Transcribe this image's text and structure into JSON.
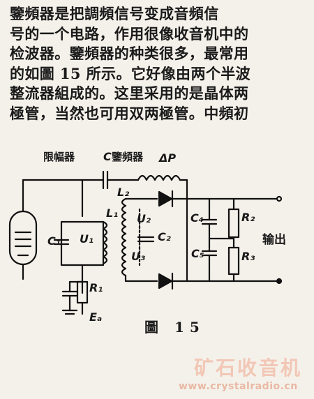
{
  "text": {
    "lines": [
      "鑒頻器是把調頻信号变成音頻信",
      "号的一个电路，作用很像收音机中的",
      "检波器。鑒頻器的种类很多，最常用",
      "的如圖 15 所示。它好像由两个半波",
      "整流器組成的。这里采用的是晶体两",
      "極管，当然也可用双两極管。中頻初"
    ]
  },
  "figure": {
    "caption": "圖  15",
    "labels": {
      "limiter": "限幅器",
      "c_lbl": "C",
      "discriminator": "鑒頻器",
      "choke": "ΔP",
      "l1": "L₁",
      "l2": "L₂",
      "c1": "C₁",
      "u1": "U₁",
      "u2": "U₂",
      "u3": "U₃",
      "c2": "C₂",
      "c4": "C₄",
      "c5": "C₅",
      "r1": "R₁",
      "r2": "R₂",
      "r3": "R₃",
      "ea": "Eₐ",
      "output": "输出"
    }
  },
  "watermark": {
    "title": "矿石收音机",
    "url": "www.crystalradio.cn"
  }
}
